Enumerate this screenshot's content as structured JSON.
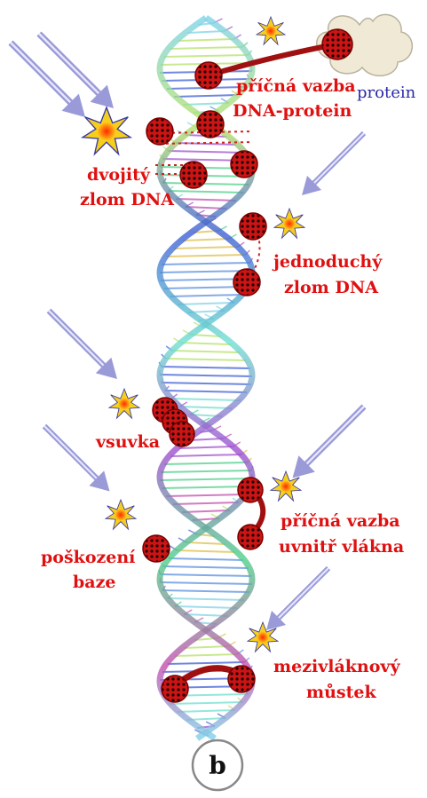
{
  "figure": {
    "panel_letter": "b",
    "labels": {
      "protein": "protein",
      "crosslink_protein_line1": "příčná vazba",
      "crosslink_protein_line2": "DNA-protein",
      "double_break_line1": "dvojitý",
      "double_break_line2": "zlom DNA",
      "single_break_line1": "jednoduchý",
      "single_break_line2": "zlom DNA",
      "insertion": "vsuvka",
      "intrastrand_line1": "příčná vazba",
      "intrastrand_line2": "uvnitř vlákna",
      "base_damage_line1": "poškození",
      "base_damage_line2": "baze",
      "interstrand_line1": "mezivláknový",
      "interstrand_line2": "můstek"
    },
    "colors": {
      "label": "#e01010",
      "protein_text": "#2a2aa8",
      "arrow": "#8e8ed6",
      "lesion": "#d01818",
      "star_outer": "#e8c21a",
      "star_inner": "#f23a12",
      "protein_cloud": "#efe9d6"
    },
    "icons": [
      "radiation-arrow",
      "impact-star",
      "lesion-ball",
      "protein-cloud"
    ]
  }
}
